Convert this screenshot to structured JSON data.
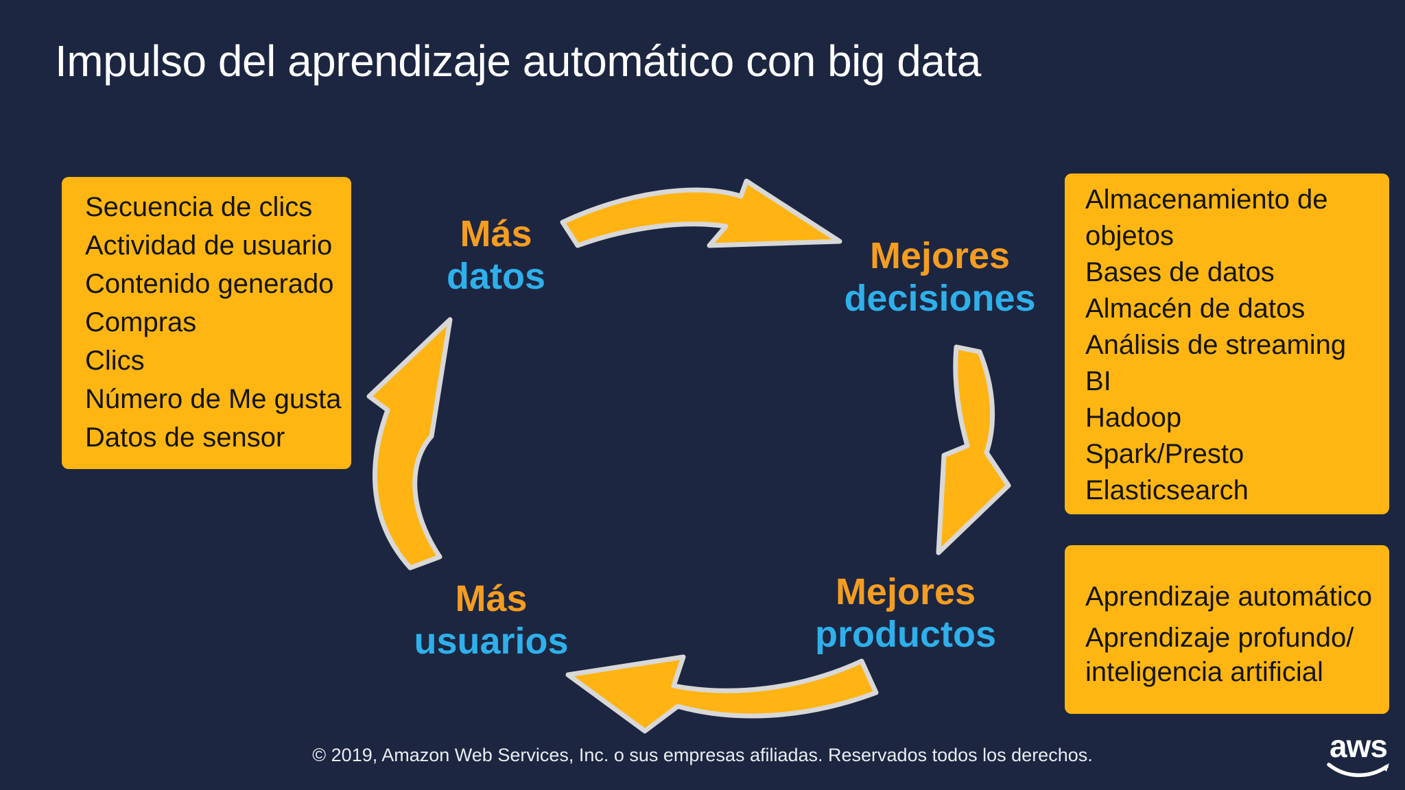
{
  "title": "Impulso del aprendizaje automático con big data",
  "boxes": {
    "data_sources": {
      "items": [
        "Secuencia de clics",
        "Actividad de usuario",
        "Contenido generado",
        "Compras",
        "Clics",
        "Número de Me gusta",
        "Datos de sensor"
      ]
    },
    "analytics_services": {
      "items": [
        "Almacenamiento de objetos",
        "Bases de datos",
        "Almacén de datos",
        "Análisis de streaming",
        "BI",
        "Hadoop",
        "Spark/Presto",
        "Elasticsearch"
      ]
    },
    "ml_services": {
      "items": [
        "Aprendizaje automático",
        "Aprendizaje profundo/ inteligencia artificial"
      ]
    }
  },
  "cycle": {
    "nodes": [
      {
        "line1": "Más",
        "line2": "datos"
      },
      {
        "line1": "Mejores",
        "line2": "decisiones"
      },
      {
        "line1": "Mejores",
        "line2": "productos"
      },
      {
        "line1": "Más",
        "line2": "usuarios"
      }
    ]
  },
  "footer": {
    "copyright": "© 2019, Amazon Web Services, Inc. o sus empresas afiliadas. Reservados todos los derechos."
  },
  "logo": {
    "label": "aws"
  },
  "colors": {
    "background": "#1c2641",
    "box_fill": "#ffb612",
    "arrow_fill": "#ffb414",
    "arrow_outline": "#d8d8d8",
    "cycle_word_orange": "#f59d21",
    "cycle_word_blue": "#2fb0ea",
    "title_text": "#ffffff",
    "box_text": "#141414"
  }
}
